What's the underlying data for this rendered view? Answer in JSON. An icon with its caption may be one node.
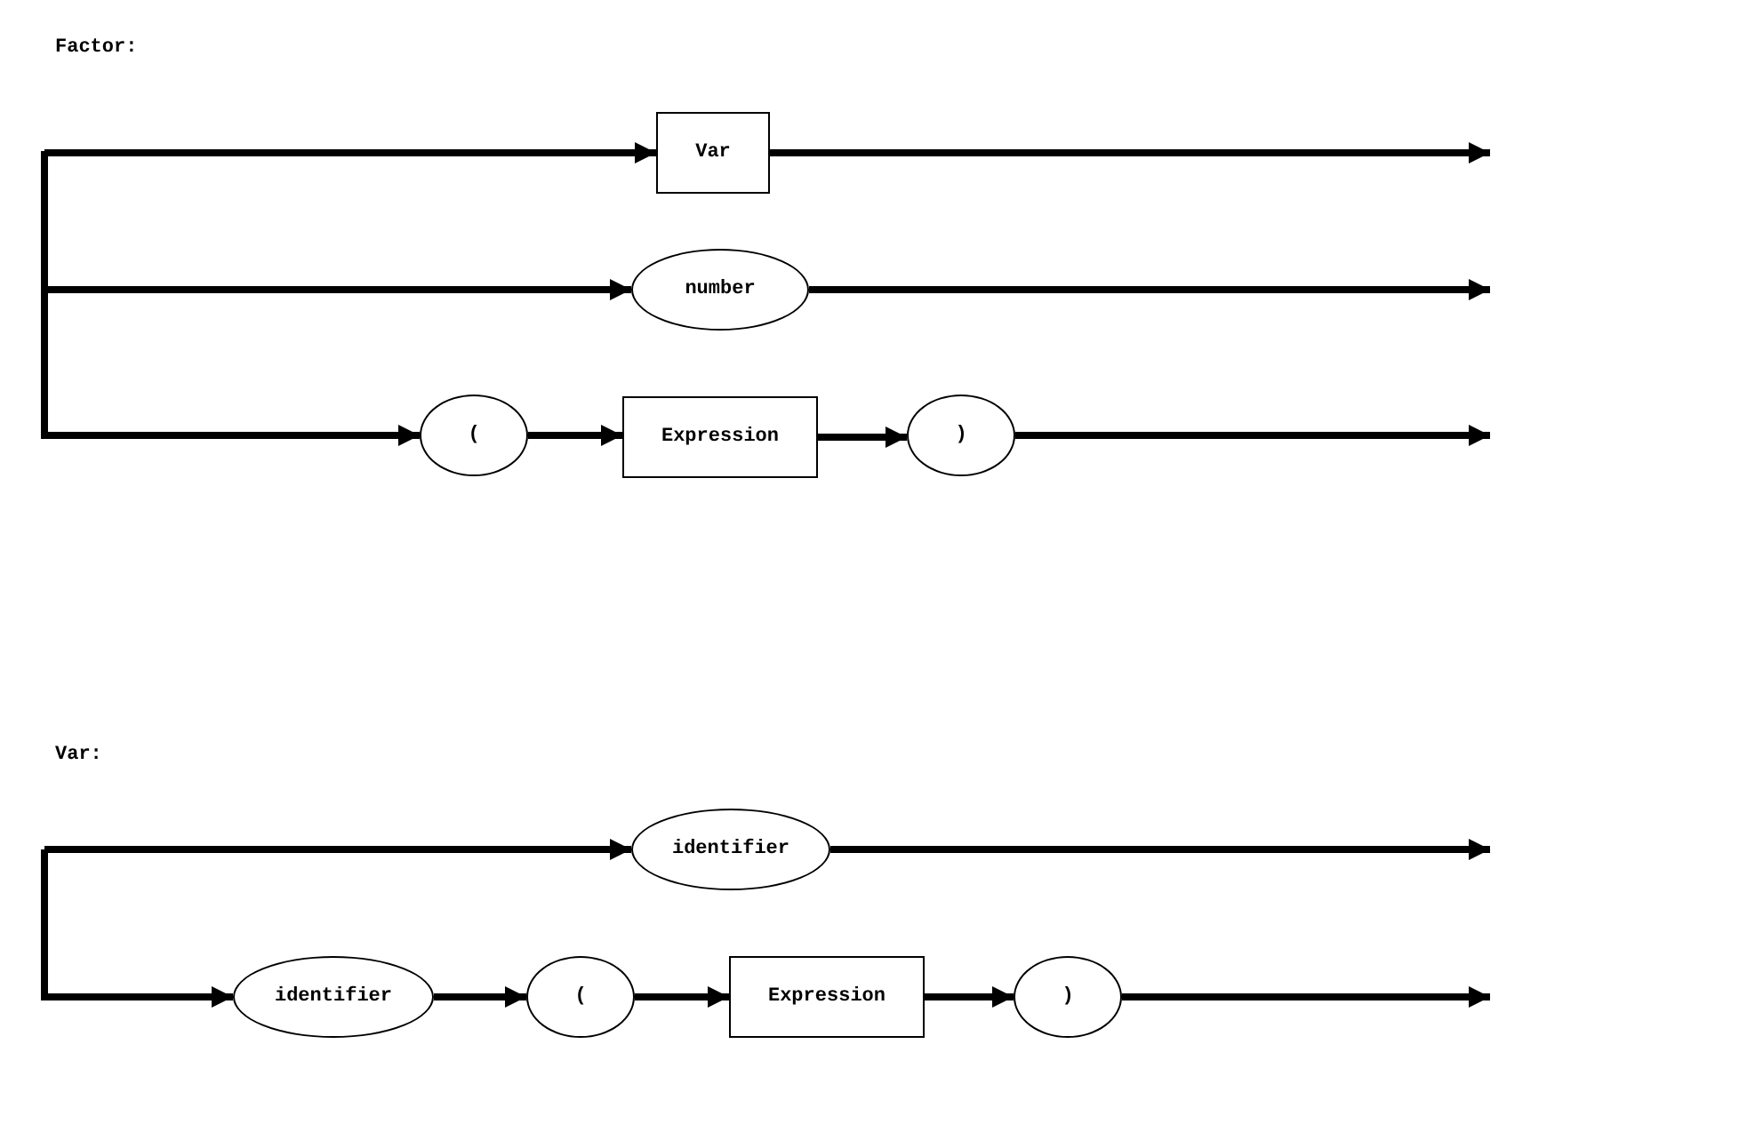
{
  "diagram": {
    "nodes": [
      {
        "text": [
          "Var"
        ]
      },
      {
        "text": [
          "number"
        ]
      },
      {
        "text": [
          "("
        ]
      },
      {
        "text": [
          "Expression"
        ]
      },
      {
        "text": [
          ")"
        ]
      },
      {
        "text": [
          "identifier"
        ]
      },
      {
        "text": [
          "identifier"
        ]
      },
      {
        "text": [
          "("
        ]
      },
      {
        "text": [
          "Expression"
        ]
      },
      {
        "text": [
          ")"
        ]
      }
    ],
    "edges": [
      {
        "from": null,
        "to": 0,
        "arrow": "to"
      },
      {
        "from": 0,
        "to": null,
        "arrow": "to"
      },
      {
        "from": null,
        "to": 1,
        "arrow": "to"
      },
      {
        "from": 1,
        "to": null,
        "arrow": "to"
      },
      {
        "from": null,
        "to": 2,
        "arrow": "to"
      },
      {
        "from": 2,
        "to": 3,
        "arrow": "to"
      },
      {
        "from": 3,
        "to": 4,
        "arrow": "to"
      },
      {
        "from": 4,
        "to": null,
        "arrow": "to"
      },
      {
        "from": null,
        "to": 5,
        "arrow": "to"
      },
      {
        "from": 5,
        "to": null,
        "arrow": "to"
      },
      {
        "from": null,
        "to": 6,
        "arrow": "to"
      },
      {
        "from": 6,
        "to": 7,
        "arrow": "to"
      },
      {
        "from": 7,
        "to": 8,
        "arrow": "to"
      },
      {
        "from": 8,
        "to": 9,
        "arrow": "to"
      },
      {
        "from": 9,
        "to": null,
        "arrow": "to"
      }
    ],
    "labels": [
      "Factor:",
      "Var:"
    ]
  }
}
